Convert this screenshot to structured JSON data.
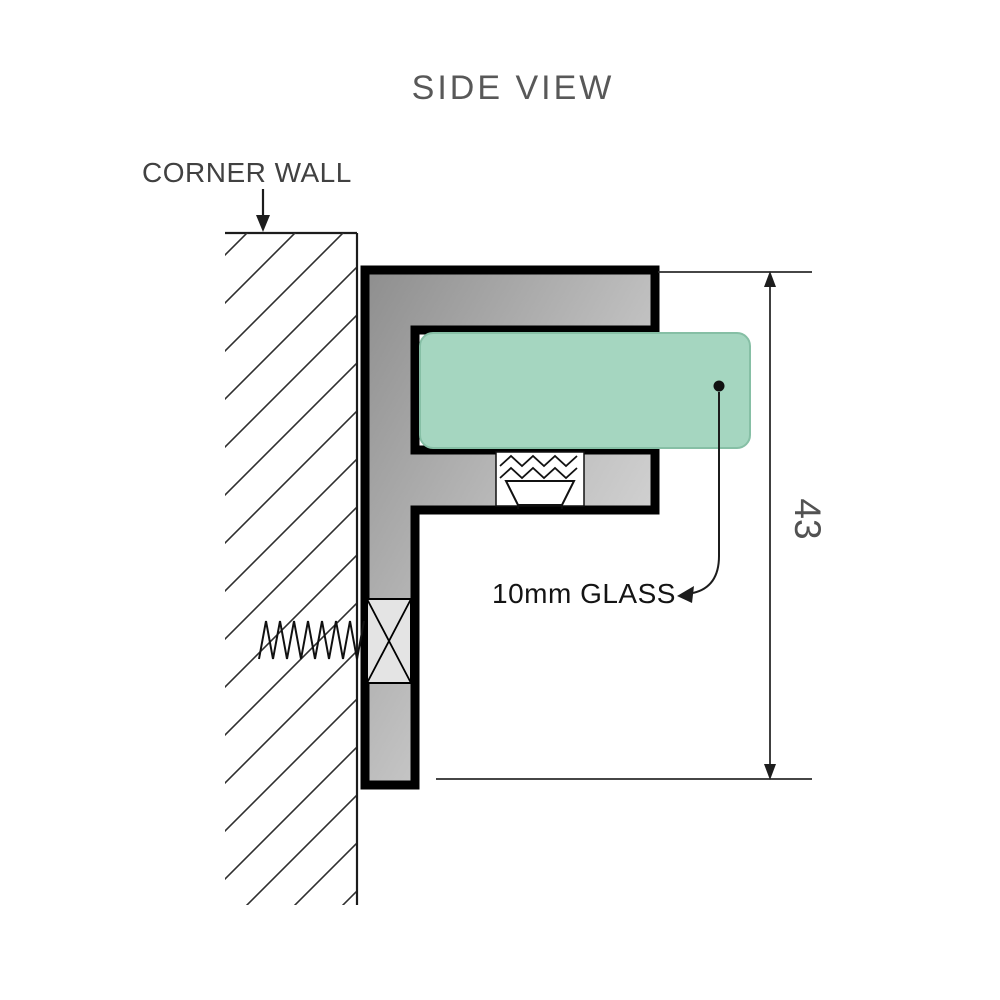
{
  "diagram": {
    "title": "SIDE VIEW",
    "corner_wall_label": "CORNER WALL",
    "glass_label": "10mm GLASS",
    "dimension_label": "43",
    "colors": {
      "glass_fill": "#a5d6c0",
      "glass_edge": "#86bfa5",
      "metal_dark": "#8e8e8e",
      "metal_mid": "#c2c2c2",
      "metal_light": "#e6e6e6",
      "outline": "#000000"
    }
  }
}
